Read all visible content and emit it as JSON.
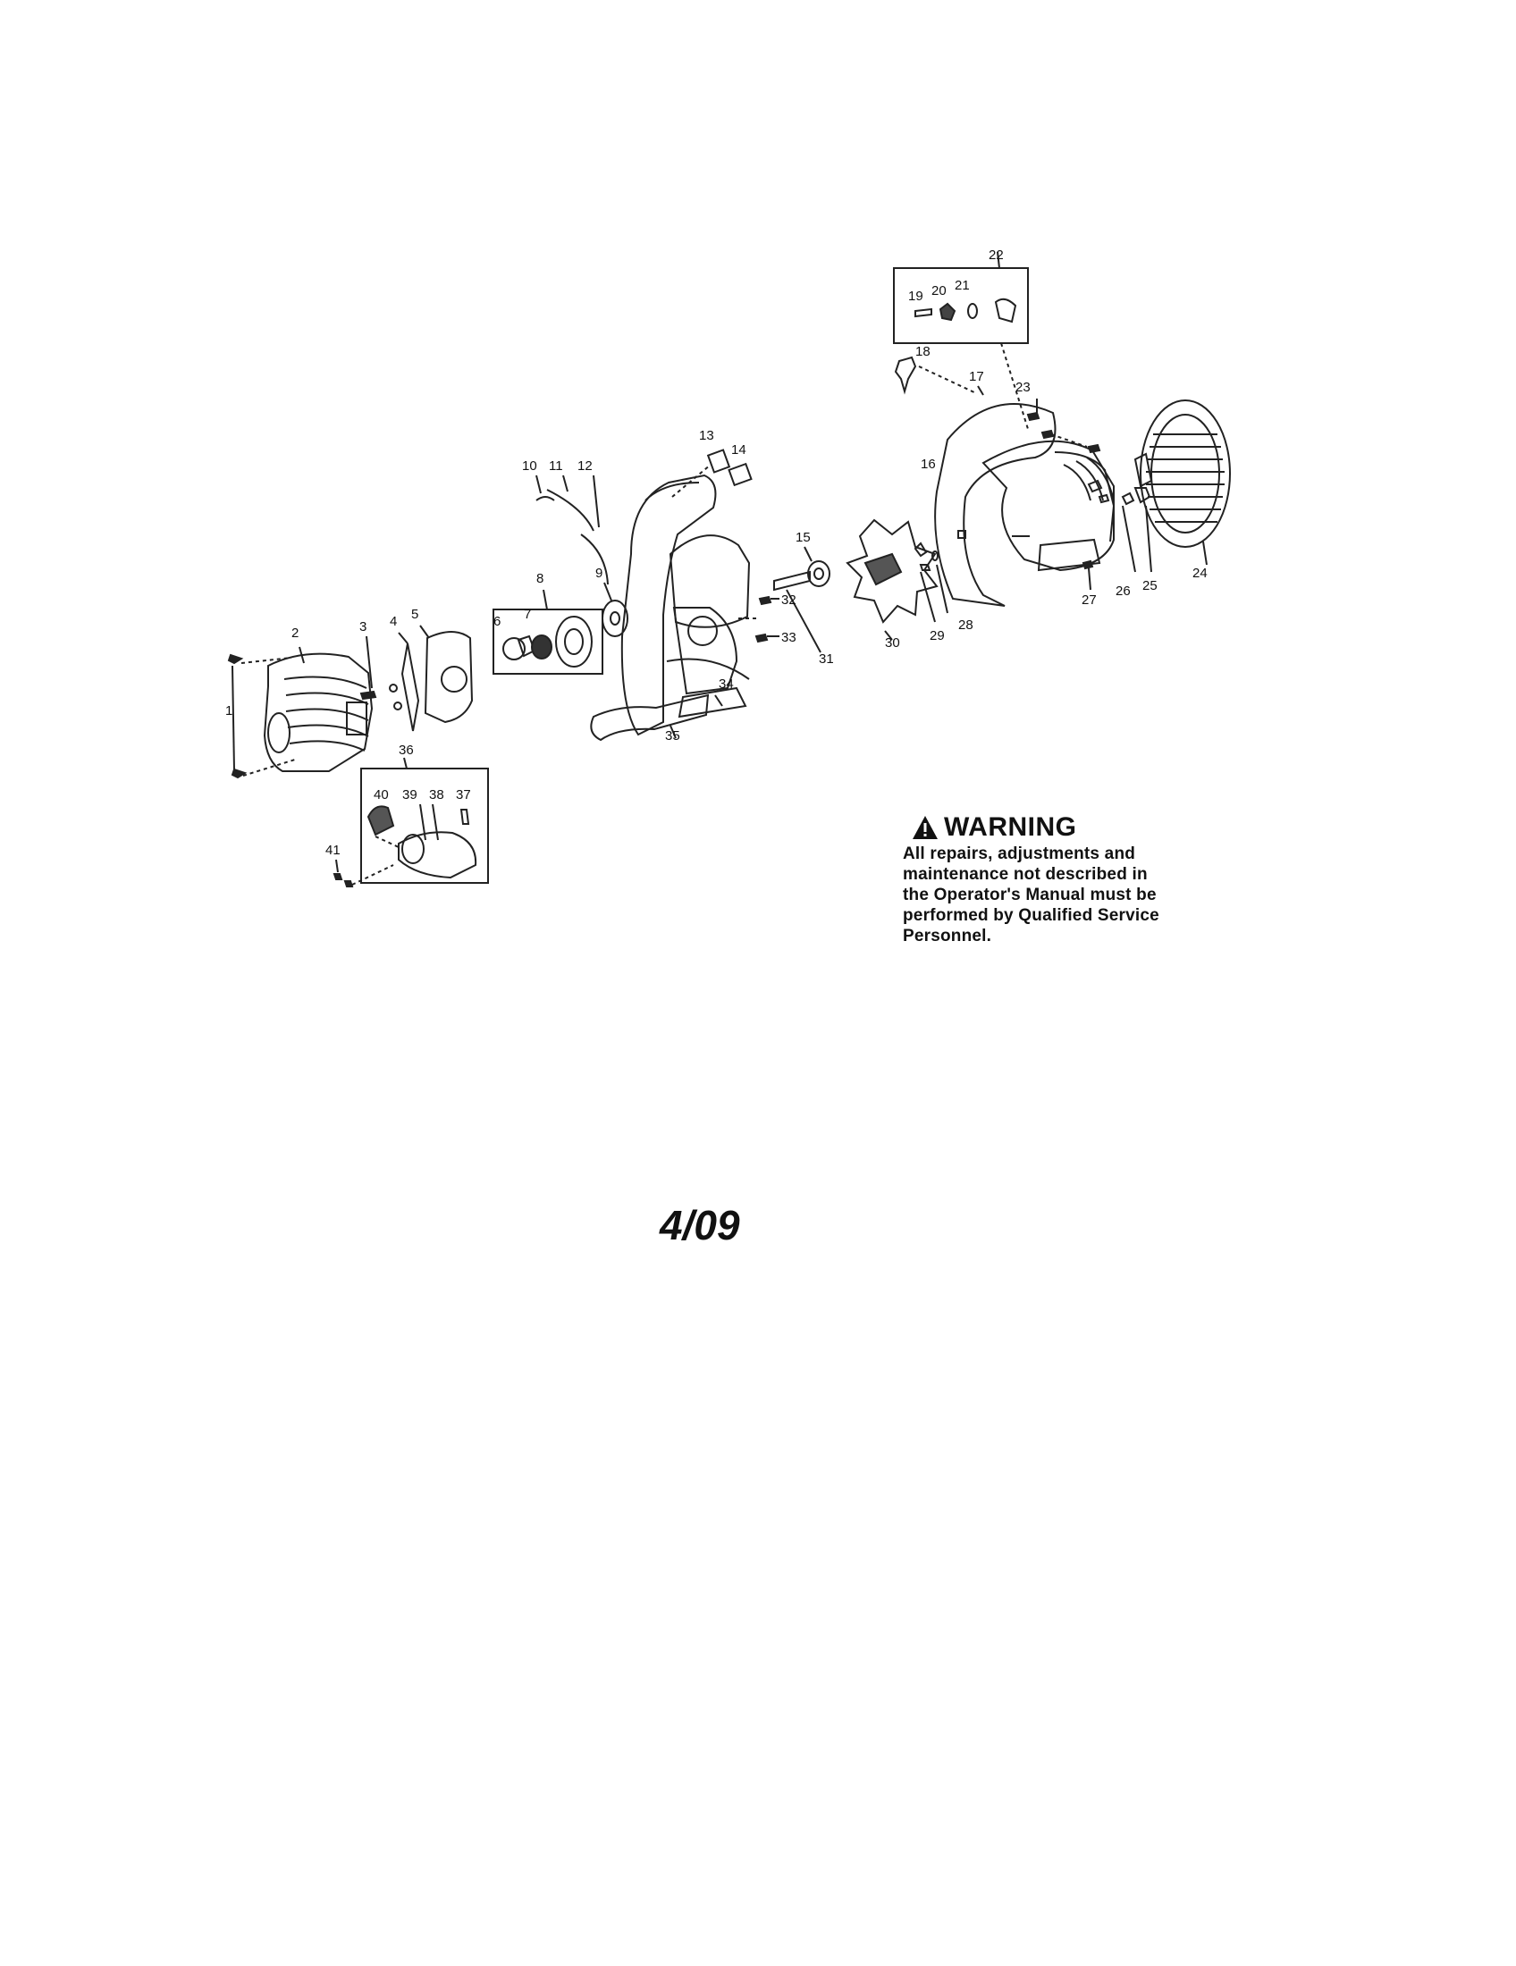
{
  "warning": {
    "title": "WARNING",
    "line1": "All repairs, adjustments and",
    "line2": "maintenance not described in",
    "line3": "the Operator's Manual must be",
    "line4": "performed by Qualified Service",
    "line5": "Personnel."
  },
  "page_date": "4/09",
  "parts": [
    "1",
    "2",
    "3",
    "4",
    "5",
    "6",
    "7",
    "8",
    "9",
    "10",
    "11",
    "12",
    "13",
    "14",
    "15",
    "16",
    "17",
    "18",
    "19",
    "20",
    "21",
    "22",
    "23",
    "24",
    "25",
    "26",
    "27",
    "28",
    "29",
    "30",
    "31",
    "32",
    "33",
    "34",
    "35",
    "36",
    "37",
    "38",
    "39",
    "40",
    "41"
  ],
  "icons": {
    "warning": "warning-triangle-icon"
  }
}
